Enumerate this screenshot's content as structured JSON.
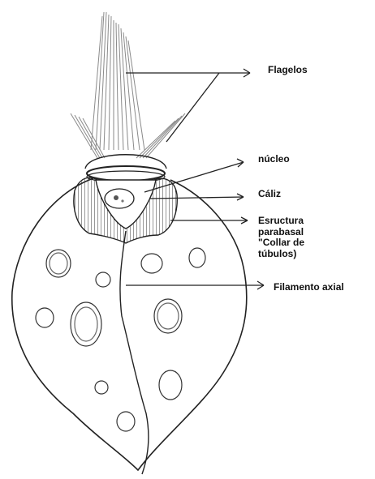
{
  "diagram": {
    "labels": {
      "flagelos": "Flagelos",
      "nucleo": "núcleo",
      "caliz": "Cáliz",
      "estructura": "Esructura\nparabasal\n\"Collar de\ntúbulos)",
      "filamento": "Filamento axial"
    },
    "colors": {
      "ink": "#222222",
      "paper": "#ffffff",
      "shade": "#d9d9d9"
    }
  }
}
